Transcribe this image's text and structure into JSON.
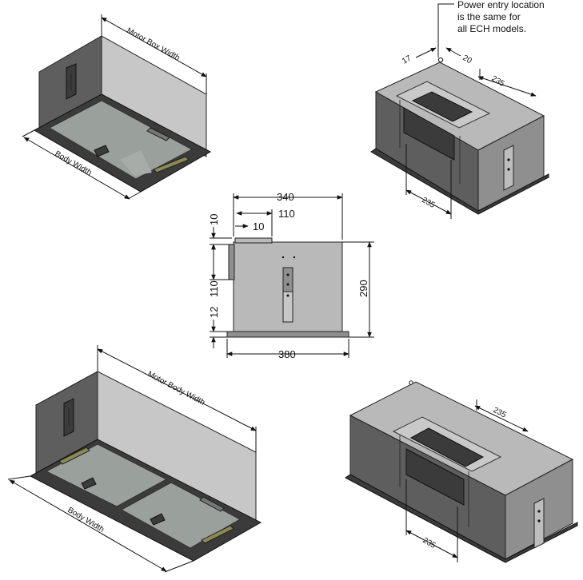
{
  "top_left": {
    "motor_label": "Motor Box Width",
    "body_label": "Body Width"
  },
  "top_right": {
    "power_note": [
      "Power entry location",
      "is the same for",
      "all ECH models."
    ],
    "dim_17": "17",
    "dim_20": "20",
    "dim_235_top": "235",
    "dim_235_side": "235"
  },
  "front_view": {
    "dim_340": "340",
    "dim_110_top": "110",
    "dim_10_h": "10",
    "dim_10_v": "10",
    "dim_110_v": "110",
    "dim_12": "12",
    "dim_290": "290",
    "dim_380": "380"
  },
  "bottom_left": {
    "motor_label": "Motor Body Width",
    "body_label": "Body Width"
  },
  "bottom_right": {
    "dim_235_top": "235",
    "dim_235_side": "235"
  }
}
